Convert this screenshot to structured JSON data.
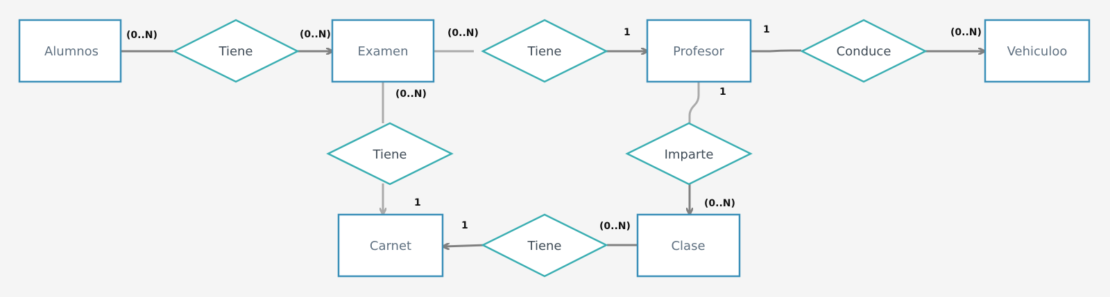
{
  "entities": {
    "alumnos": "Alumnos",
    "examen": "Examen",
    "profesor": "Profesor",
    "vehiculoo": "Vehiculoo",
    "carnet": "Carnet",
    "clase": "Clase"
  },
  "relations": {
    "alumnos_examen": "Tiene",
    "examen_profesor": "Tiene",
    "profesor_vehiculoo": "Conduce",
    "examen_carnet": "Tiene",
    "profesor_clase": "Imparte",
    "clase_carnet": "Tiene"
  },
  "cardinalities": {
    "alumnos_side": "(0..N)",
    "examen_left": "(0..N)",
    "examen_right": "(0..N)",
    "profesor_left": "1",
    "profesor_right": "1",
    "vehiculoo_side": "(0..N)",
    "examen_bottom": "(0..N)",
    "profesor_bottom": "1",
    "carnet_top": "1",
    "clase_top": "(0..N)",
    "carnet_right": "1",
    "clase_left": "(0..N)"
  },
  "colors": {
    "entity_border": "#3a8fb8",
    "relation_border": "#3aaeb2",
    "connector_dark": "#808080",
    "connector_light": "#aaaaaa",
    "background": "#f5f5f5"
  }
}
